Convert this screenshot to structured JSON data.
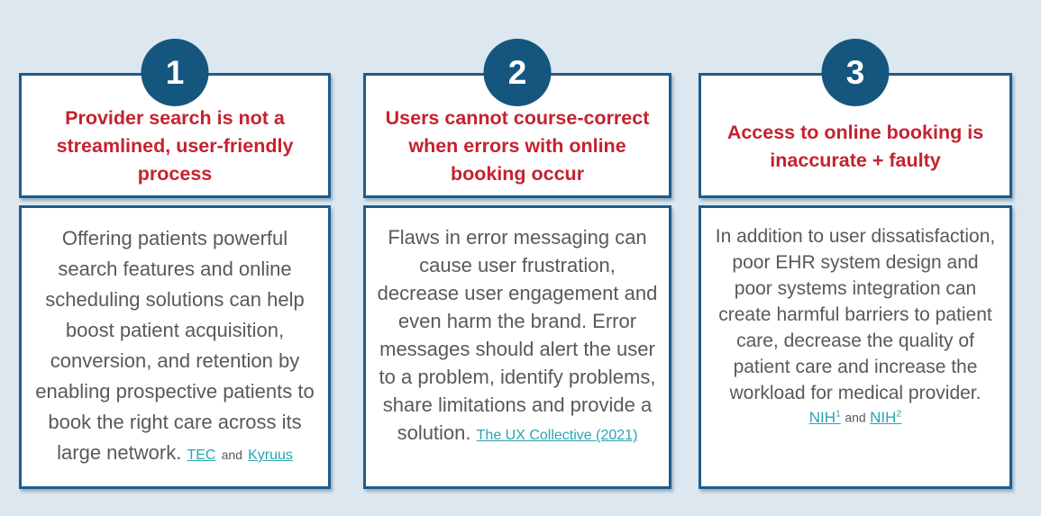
{
  "colors": {
    "background": "#DCE7EF",
    "box_border_blue": "#1F5B8C",
    "circle_blue": "#15567E",
    "title_red": "#C4222F",
    "body_gray": "#595959",
    "link_teal": "#29A3AF"
  },
  "columns": [
    {
      "number": "1",
      "title": "Provider search is not a streamlined, user-friendly process",
      "body": "Offering patients powerful search features and online scheduling solutions can help boost patient acquisition, conversion, and retention by enabling prospective patients to book the right care across its large network.",
      "link_separator": "and",
      "links": [
        {
          "text": "TEC"
        },
        {
          "text": "Kyruus"
        }
      ]
    },
    {
      "number": "2",
      "title": "Users cannot course-correct when errors with online booking occur",
      "body": "Flaws in error messaging can cause user frustration, decrease user engagement and even harm the brand. Error messages should alert the user to a problem, identify problems, share limitations and provide a solution.",
      "links": [
        {
          "text": "The UX Collective (2021)"
        }
      ]
    },
    {
      "number": "3",
      "title": "Access to online booking is inaccurate + faulty",
      "body": "In addition to user dissatisfaction, poor EHR system design and poor systems integration can create harmful barriers to patient care, decrease the quality of patient care and increase the workload for medical provider.",
      "link_separator": "and",
      "links": [
        {
          "text": "NIH",
          "sup": "1"
        },
        {
          "text": "NIH",
          "sup": "2"
        }
      ]
    }
  ]
}
